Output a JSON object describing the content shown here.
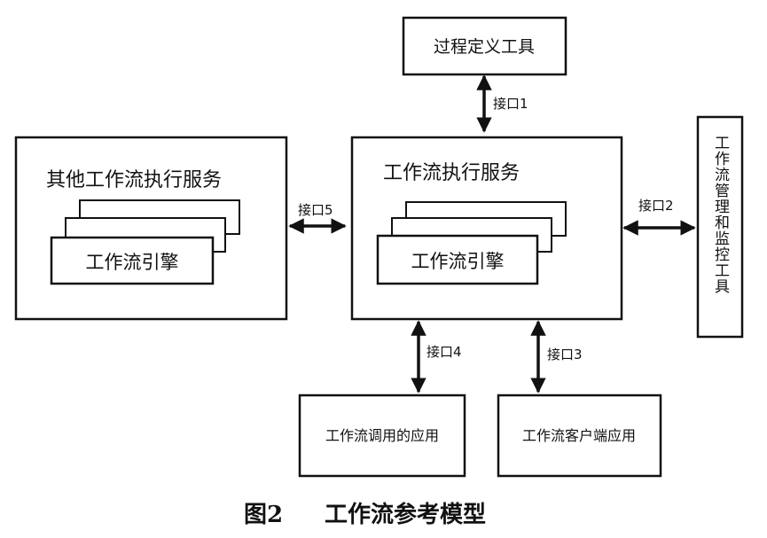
{
  "process_definition_tool": "过程定义工具",
  "workflow_execution_service": "工作流执行服务",
  "other_workflow_execution_service": "其他工作流执行服务",
  "workflow_engine": "工作流引擎",
  "management_monitoring_tool": "工作流管理和监控工具",
  "invoked_applications": "工作流调用的应用",
  "client_applications": "工作流客户端应用",
  "interfaces": {
    "interface_1": "接口1",
    "interface_2": "接口2",
    "interface_3": "接口3",
    "interface_4": "接口4",
    "interface_5": "接口5"
  },
  "caption": {
    "figure_number": "图2",
    "title": "工作流参考模型"
  }
}
